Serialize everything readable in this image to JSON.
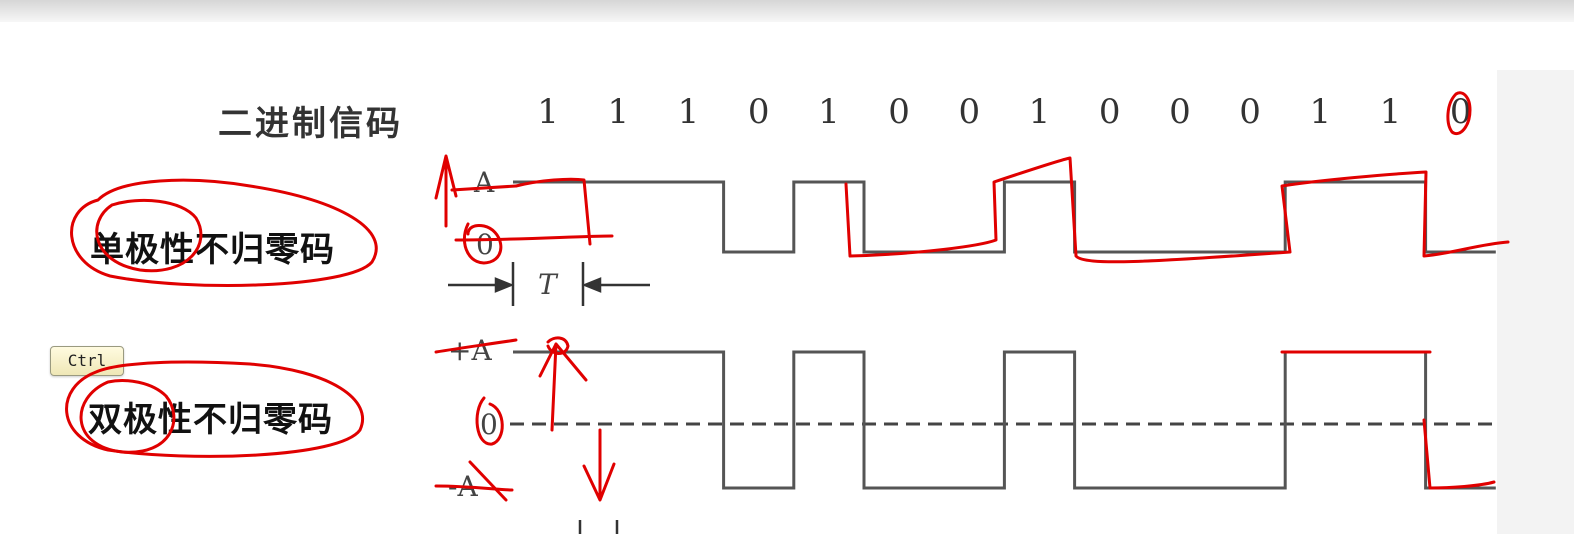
{
  "labels": {
    "binary": "二进制信码",
    "unipolar": "单极性不归零码",
    "bipolar": "双极性不归零码",
    "period": "T",
    "level_high": "A",
    "level_zero": "0",
    "level_bipolar_high": "+A",
    "level_bipolar_low": "-A"
  },
  "bits": [
    "1",
    "1",
    "1",
    "0",
    "1",
    "0",
    "0",
    "1",
    "0",
    "0",
    "0",
    "1",
    "1",
    "0"
  ],
  "badge": {
    "ctrl": "Ctrl"
  },
  "colors": {
    "waveform": "#555555",
    "annotation": "#e00000",
    "dashed": "#444444"
  }
}
